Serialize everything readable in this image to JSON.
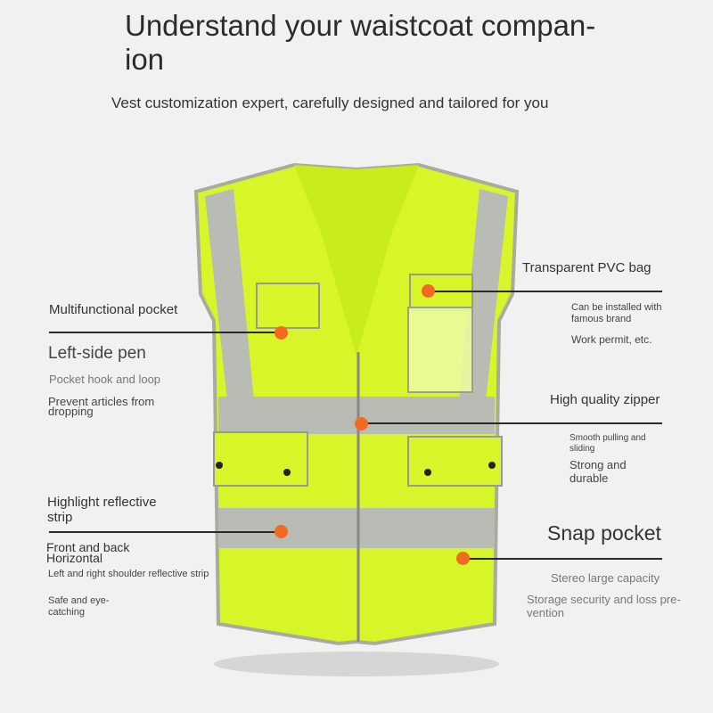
{
  "header": {
    "title": "Understand your waistcoat compan-ion",
    "subtitle": "Vest customization expert, carefully designed and tailored for you"
  },
  "left": {
    "multifunctional": "Multifunctional pocket",
    "pen_title": "Left-side pen",
    "pen_desc1": "Pocket hook and loop",
    "pen_desc2": "Prevent articles from dropping",
    "strip_title": "Highlight reflective strip",
    "strip_sub": "Front and back Horizontal",
    "strip_desc1": "Left and right shoulder reflective strip",
    "strip_desc2": "Safe and eye-catching"
  },
  "right": {
    "pvc_title": "Transparent PVC bag",
    "pvc_desc1": "Can be installed with famous brand",
    "pvc_desc2": "Work permit, etc.",
    "zipper_title": "High quality zipper",
    "zipper_desc1": "Smooth pulling and sliding",
    "zipper_desc2": "Strong and durable",
    "snap_title": "Snap pocket",
    "snap_desc1": "Stereo large capacity",
    "snap_desc2": "Storage security and loss pre-vention"
  },
  "colors": {
    "vest": "#d8f52a",
    "reflective": "#b9bcb4",
    "dot": "#f26a21"
  }
}
